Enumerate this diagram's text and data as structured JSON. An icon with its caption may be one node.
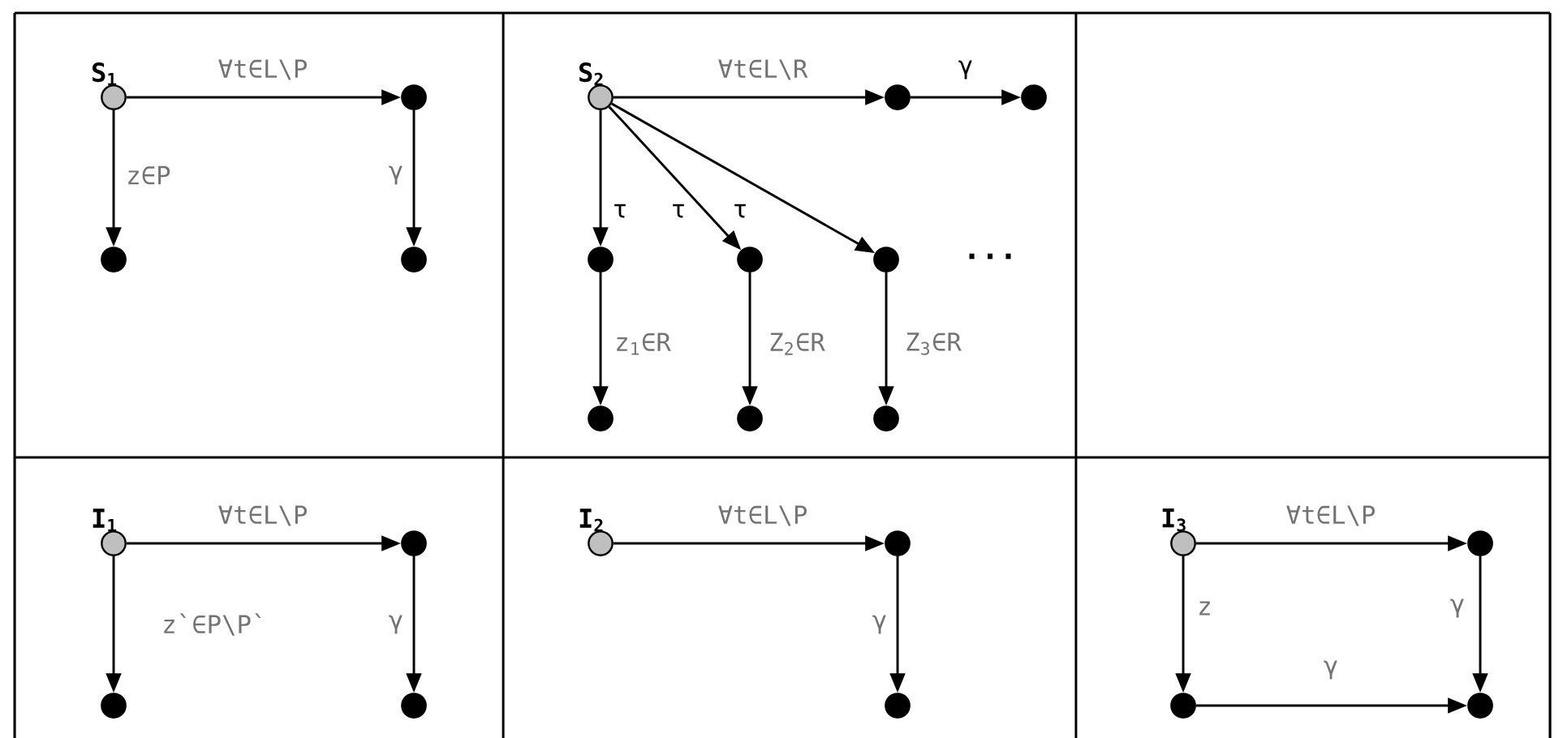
{
  "diagram": {
    "nodes": [
      {
        "text": [],
        "shape": "circle",
        "beside": [
          "S$_{1}$"
        ]
      },
      {
        "text": [],
        "shape": "circle"
      },
      {
        "text": [],
        "shape": "circle"
      },
      {
        "text": [],
        "shape": "circle"
      },
      {
        "text": [],
        "shape": "circle",
        "beside": [
          "S$_{2}$"
        ]
      },
      {
        "text": [],
        "shape": "circle"
      },
      {
        "text": [],
        "shape": "circle"
      },
      {
        "text": [],
        "shape": "circle"
      },
      {
        "text": [],
        "shape": "circle"
      },
      {
        "text": [],
        "shape": "circle"
      },
      {
        "text": [],
        "shape": "circle"
      },
      {
        "text": [],
        "shape": "circle"
      },
      {
        "text": [],
        "shape": "circle"
      },
      {
        "text": [],
        "shape": "circle",
        "beside": [
          "I$_{1}$"
        ]
      },
      {
        "text": [],
        "shape": "circle"
      },
      {
        "text": [],
        "shape": "circle"
      },
      {
        "text": [],
        "shape": "circle"
      },
      {
        "text": [],
        "shape": "circle",
        "beside": [
          "I$_{2}$"
        ]
      },
      {
        "text": [],
        "shape": "circle"
      },
      {
        "text": [],
        "shape": "circle"
      },
      {
        "text": [],
        "shape": "circle",
        "beside": [
          "I$_{3}$"
        ]
      },
      {
        "text": [],
        "shape": "circle"
      },
      {
        "text": [],
        "shape": "circle"
      },
      {
        "text": [],
        "shape": "circle"
      }
    ],
    "edges": [
      {
        "from": 0,
        "to": 1,
        "arrow": "to",
        "label": "∀t∈L\\P"
      },
      {
        "from": 0,
        "to": 2,
        "arrow": "to",
        "label": "z∈P"
      },
      {
        "from": 1,
        "to": 3,
        "arrow": "to",
        "label": "γ"
      },
      {
        "from": 4,
        "to": 5,
        "arrow": "to",
        "label": "∀t∈L\\R"
      },
      {
        "from": 5,
        "to": 6,
        "arrow": "to",
        "label": "γ"
      },
      {
        "from": 4,
        "to": 7,
        "arrow": "to",
        "label": "τ"
      },
      {
        "from": 4,
        "to": 8,
        "arrow": "to",
        "label": "τ"
      },
      {
        "from": 4,
        "to": 9,
        "arrow": "to",
        "label": "τ"
      },
      {
        "from": 7,
        "to": 10,
        "arrow": "to",
        "label": "z$_{1}$∈R"
      },
      {
        "from": 8,
        "to": 11,
        "arrow": "to",
        "label": "Z$_{2}$∈R"
      },
      {
        "from": 9,
        "to": 12,
        "arrow": "to",
        "label": "Z$_{3}$∈R"
      },
      {
        "from": 13,
        "to": 14,
        "arrow": "to",
        "label": "∀t∈L\\P"
      },
      {
        "from": 13,
        "to": 15,
        "arrow": "to",
        "label": "z`∈P\\P`"
      },
      {
        "from": 14,
        "to": 16,
        "arrow": "to",
        "label": "γ"
      },
      {
        "from": 17,
        "to": 18,
        "arrow": "to",
        "label": "∀t∈L\\P"
      },
      {
        "from": 18,
        "to": 19,
        "arrow": "to",
        "label": "γ"
      },
      {
        "from": 20,
        "to": 21,
        "arrow": "to",
        "label": "∀t∈L\\P"
      },
      {
        "from": 20,
        "to": 22,
        "arrow": "to",
        "label": "z"
      },
      {
        "from": 21,
        "to": 23,
        "arrow": "to",
        "label": "γ"
      },
      {
        "from": 22,
        "to": 23,
        "arrow": "to",
        "label": "γ"
      }
    ],
    "labels": [
      "..."
    ]
  }
}
